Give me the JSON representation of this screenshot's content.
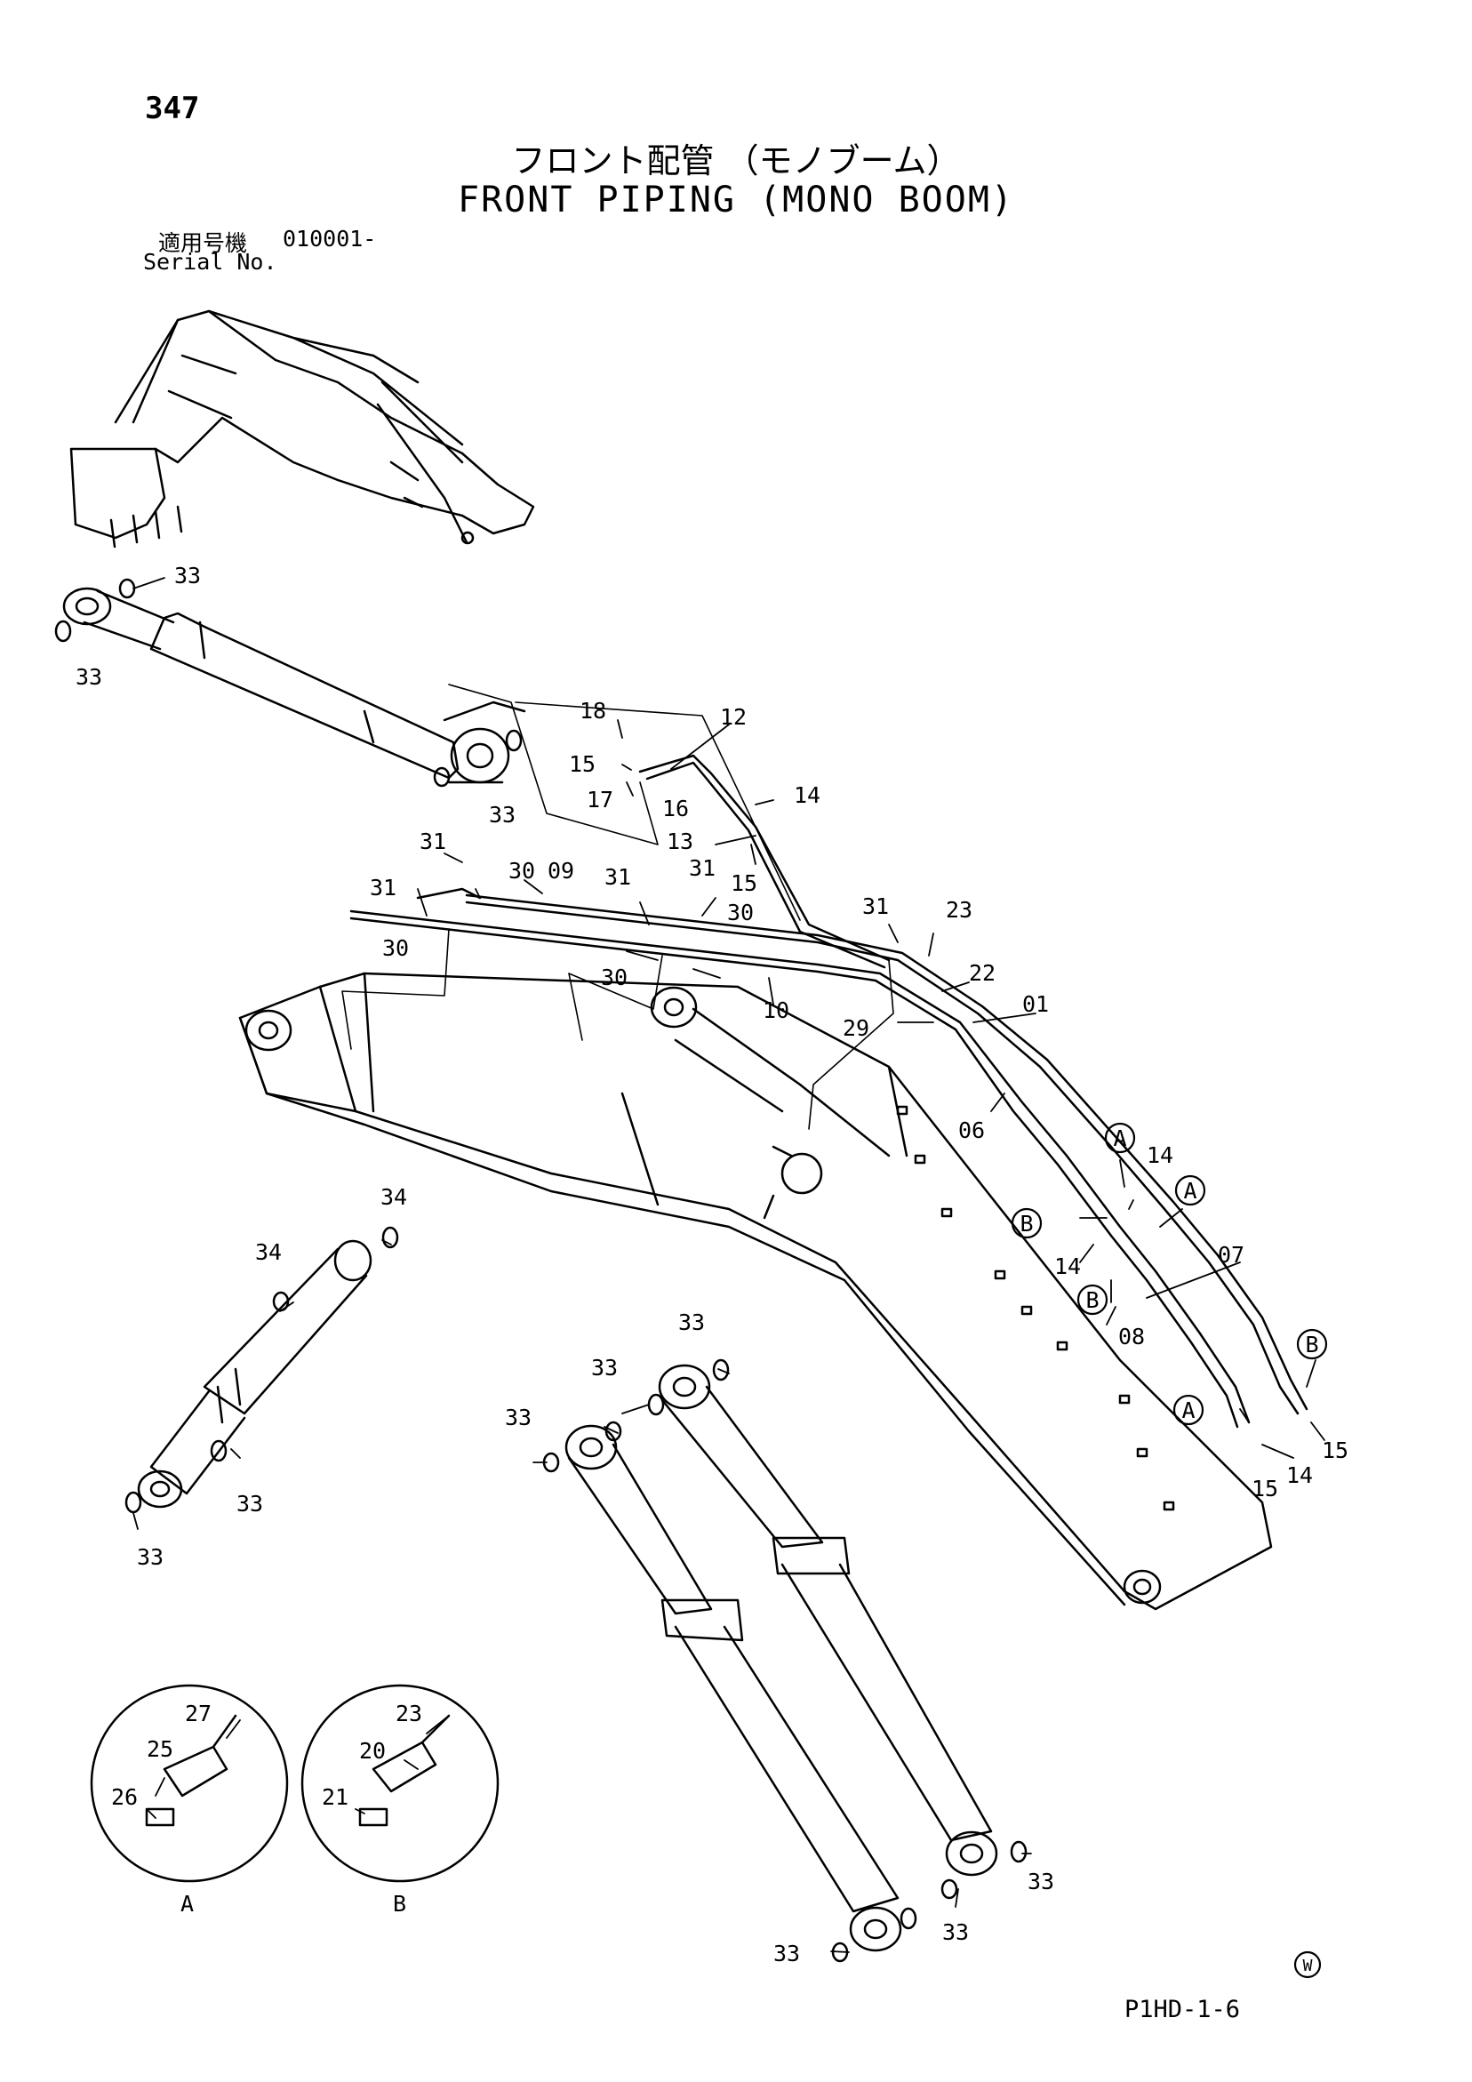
{
  "page_number": "347",
  "title_jp": "フロント配管 （モノブーム）",
  "title_en": "FRONT PIPING (MONO BOOM)",
  "serial": {
    "label_jp": "適用号機",
    "value": "010001-",
    "label_en": "Serial No."
  },
  "drawing_code": "P1HD-1-6",
  "mark": "W",
  "callouts": {
    "c33a": "33",
    "c33b": "33",
    "c33c": "33",
    "c18": "18",
    "c12": "12",
    "c15a": "15",
    "c17": "17",
    "c16": "16",
    "c14a": "14",
    "c13": "13",
    "c15b": "15",
    "c31a": "31",
    "c31b": "31",
    "c30a": "30",
    "c09": "09",
    "c31c": "31",
    "c31d": "31",
    "c30b": "30",
    "c30c": "30",
    "c30d": "30",
    "c10": "10",
    "c31e": "31",
    "c23": "23",
    "c22": "22",
    "c01": "01",
    "c29": "29",
    "c06": "06",
    "c14b": "14",
    "c14c": "14",
    "c07": "07",
    "c08": "08",
    "c15c": "15",
    "c15d": "15",
    "c14d": "14",
    "c34a": "34",
    "c34b": "34",
    "c33d": "33",
    "c33e": "33",
    "c33f": "33",
    "c33g": "33",
    "c33h": "33",
    "c33i": "33",
    "c33j": "33",
    "c33k": "33",
    "c27": "27",
    "c25": "25",
    "c26": "26",
    "c23b": "23",
    "c20": "20",
    "c21": "21",
    "detailA": "A",
    "detailB": "B"
  },
  "markers": {
    "mA1": "A",
    "mA2": "A",
    "mA3": "A",
    "mB1": "B",
    "mB2": "B",
    "mB3": "B"
  }
}
